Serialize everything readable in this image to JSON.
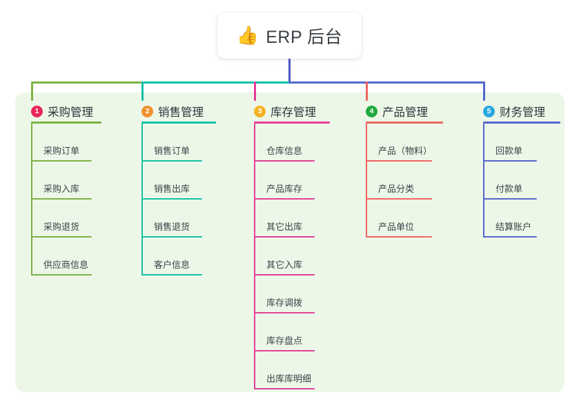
{
  "diagram": {
    "type": "mind-map",
    "background_color": "#ffffff",
    "panel_color": "#edf7e8",
    "root": {
      "icon": "thumbs-up-icon",
      "emoji": "👍",
      "title": "ERP 后台",
      "card_color": "#ffffff"
    },
    "trunk_color": "#4a55c0",
    "connector_segments": [
      {
        "name": "segment-green",
        "color": "#7cb342"
      },
      {
        "name": "segment-teal",
        "color": "#13bfa6"
      },
      {
        "name": "segment-blue",
        "color": "#5566cc"
      }
    ],
    "branches": [
      {
        "index": "1",
        "title": "采购管理",
        "badge_color": "#e8275a",
        "rule_color": "#7cb342",
        "drop_color": "#7cb342",
        "leaves": [
          "采购订单",
          "采购入库",
          "采购退货",
          "供应商信息"
        ]
      },
      {
        "index": "2",
        "title": "销售管理",
        "badge_color": "#f0922e",
        "rule_color": "#13bfa6",
        "drop_color": "#13bfa6",
        "leaves": [
          "销售订单",
          "销售出库",
          "销售退货",
          "客户信息"
        ]
      },
      {
        "index": "3",
        "title": "库存管理",
        "badge_color": "#f4b223",
        "rule_color": "#e0409a",
        "drop_color": "#e8399a",
        "leaves": [
          "仓库信息",
          "产品库存",
          "其它出库",
          "其它入库",
          "库存调拨",
          "库存盘点",
          "出库库明细"
        ]
      },
      {
        "index": "4",
        "title": "产品管理",
        "badge_color": "#22a93f",
        "rule_color": "#f0655f",
        "drop_color": "#f0655f",
        "leaves": [
          "产品（物料）",
          "产品分类",
          "产品单位"
        ]
      },
      {
        "index": "5",
        "title": "财务管理",
        "badge_color": "#29a8e0",
        "rule_color": "#5566cc",
        "drop_color": "#5566cc",
        "leaves": [
          "回款单",
          "付款单",
          "结算账户"
        ]
      }
    ]
  }
}
